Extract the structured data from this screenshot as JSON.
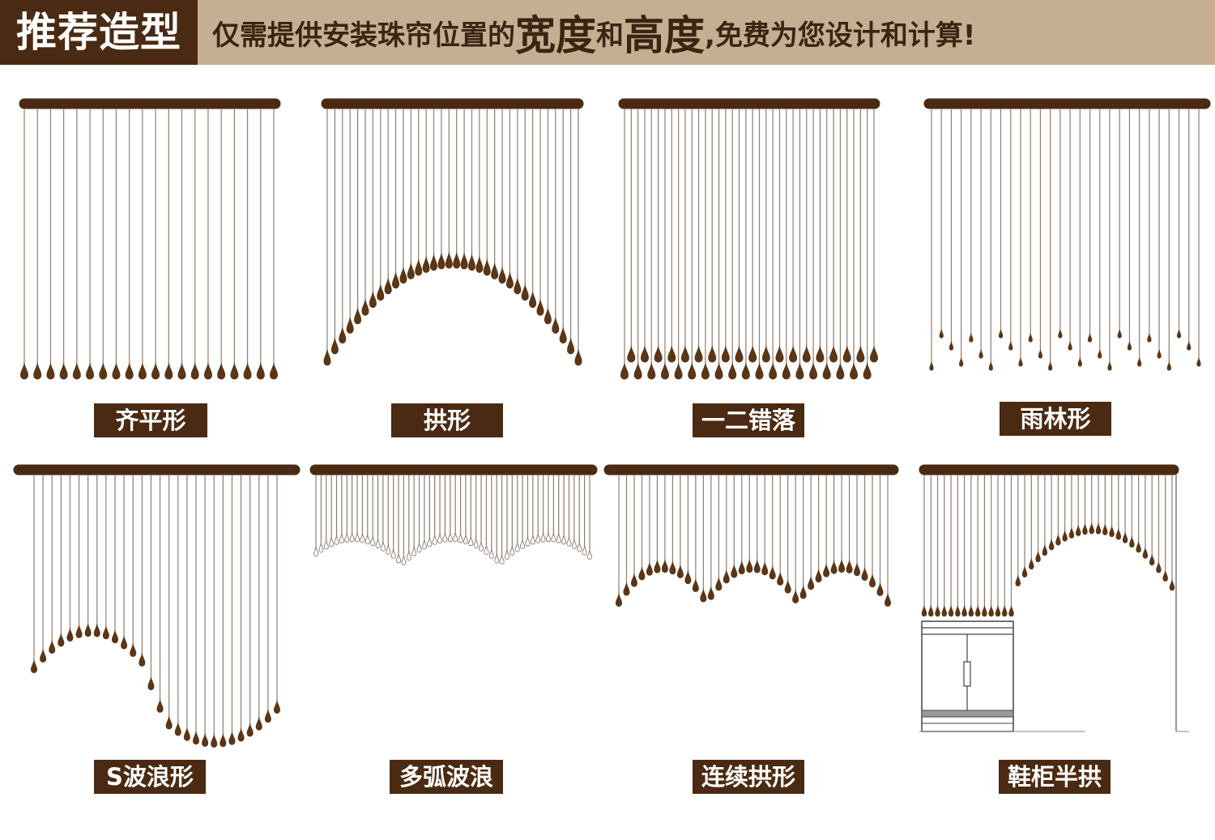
{
  "header": {
    "title": "推荐造型",
    "subtitle_parts": [
      {
        "text": "仅需提供安装珠帘位置的",
        "big": false
      },
      {
        "text": "宽度",
        "big": true
      },
      {
        "text": "和",
        "big": false
      },
      {
        "text": "高度",
        "big": true
      },
      {
        "text": ",免费为您设计和计算!",
        "big": false
      }
    ]
  },
  "styles": [
    {
      "label": "齐平形"
    },
    {
      "label": "拱形"
    },
    {
      "label": "一二错落"
    },
    {
      "label": "雨林形"
    },
    {
      "label": "S波浪形"
    },
    {
      "label": "多弧波浪"
    },
    {
      "label": "连续拱形"
    },
    {
      "label": "鞋柜半拱"
    }
  ],
  "colors": {
    "rod": "#4a2a12",
    "bead": "#5a3516",
    "string": "#8c7e72",
    "banner_bg": "#c6ae92",
    "label_bg": "#4a2a12"
  }
}
